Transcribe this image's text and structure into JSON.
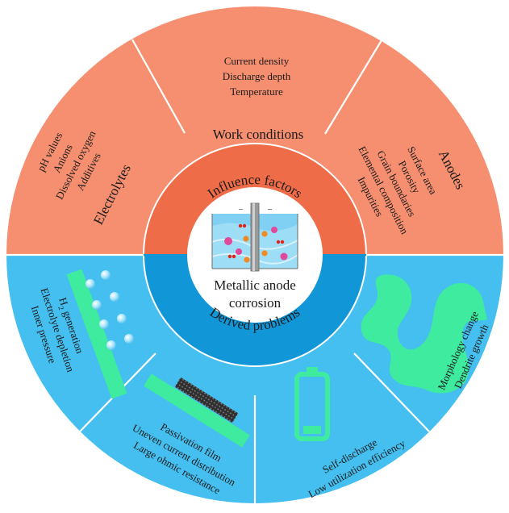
{
  "center": {
    "line1": "Metallic anode",
    "line2": "corrosion"
  },
  "rings": {
    "top": "Influence factors",
    "bottom": "Derived problems"
  },
  "influence": {
    "work_conditions": {
      "title": "Work conditions",
      "items": [
        "Current density",
        "Discharge depth",
        "Temperature"
      ]
    },
    "electrolytes": {
      "title": "Electrolytes",
      "items": [
        "pH values",
        "Anions",
        "Dissolved oxygen",
        "Additives"
      ]
    },
    "anodes": {
      "title": "Anodes",
      "items": [
        "Impurities",
        "Elemental composition",
        "Grain boundaries",
        "Porosity",
        "Surface area"
      ]
    }
  },
  "problems": {
    "gas": {
      "items": [
        "generation",
        "Electrolyte depletion",
        "Inner pressure"
      ],
      "h2_symbol": "H",
      "h2_sub": "2"
    },
    "passivation": {
      "items": [
        "Passivation film",
        "Uneven current distribution",
        "Large ohmic resistance"
      ]
    },
    "self_discharge": {
      "items": [
        "Self-discharge",
        "Low utilization efficiency"
      ]
    },
    "morphology": {
      "items": [
        "Morphology change",
        "Dendrite growth"
      ]
    }
  },
  "colors": {
    "salmon": "#F58F70",
    "ring_orange": "#EE6C48",
    "sky": "#45BFEF",
    "ring_blue": "#1196D8",
    "mint": "#3FEB9E",
    "white": "#FFFFFF"
  }
}
